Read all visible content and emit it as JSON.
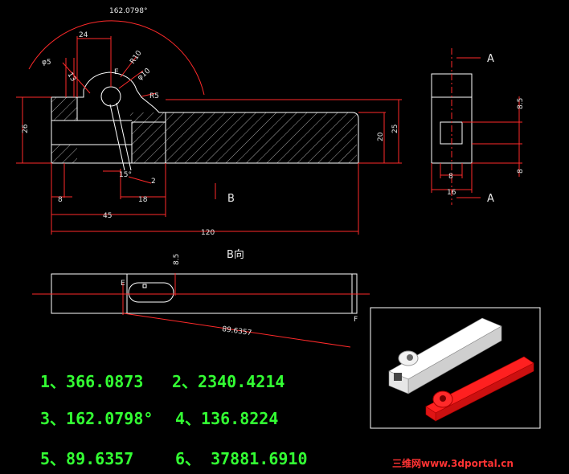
{
  "drawing": {
    "colors": {
      "outline": "#ffffff",
      "dimension": "#ff2a2a",
      "text": "#e8e8e8",
      "results": "#33ff33",
      "watermark": "#ff3333"
    },
    "view_labels": {
      "b_arrow": "B",
      "b_view": "B向",
      "section_a_top": "A",
      "section_a_bottom": "A"
    },
    "points": {
      "e_main": "E",
      "e_bview": "E",
      "f_bview": "F"
    },
    "front_dims": {
      "arc_angle": "162.0798°",
      "d24": "24",
      "phi5": "φ5",
      "d13": "13",
      "r10": "R10",
      "phi10": "φ10",
      "r5": "R5",
      "d26": "26",
      "d20": "20",
      "d25": "25",
      "ang15": "15°",
      "d2": "2",
      "d8": "8",
      "d18": "18",
      "d45": "45",
      "d120": "120"
    },
    "side_dims": {
      "d8_5": "8.5",
      "d8_right": "8",
      "d8_bottom": "8",
      "d16": "16"
    },
    "bview_dims": {
      "d8_5": "8.5",
      "d89": "89.6357"
    },
    "results": [
      {
        "label": "1、366.0873"
      },
      {
        "label": "2、2340.4214"
      },
      {
        "label": "3、162.0798°"
      },
      {
        "label": "4、136.8224"
      },
      {
        "label": "5、89.6357"
      },
      {
        "label": "6、  37881.6910"
      }
    ],
    "watermark": "三维网www.3dportal.cn"
  }
}
